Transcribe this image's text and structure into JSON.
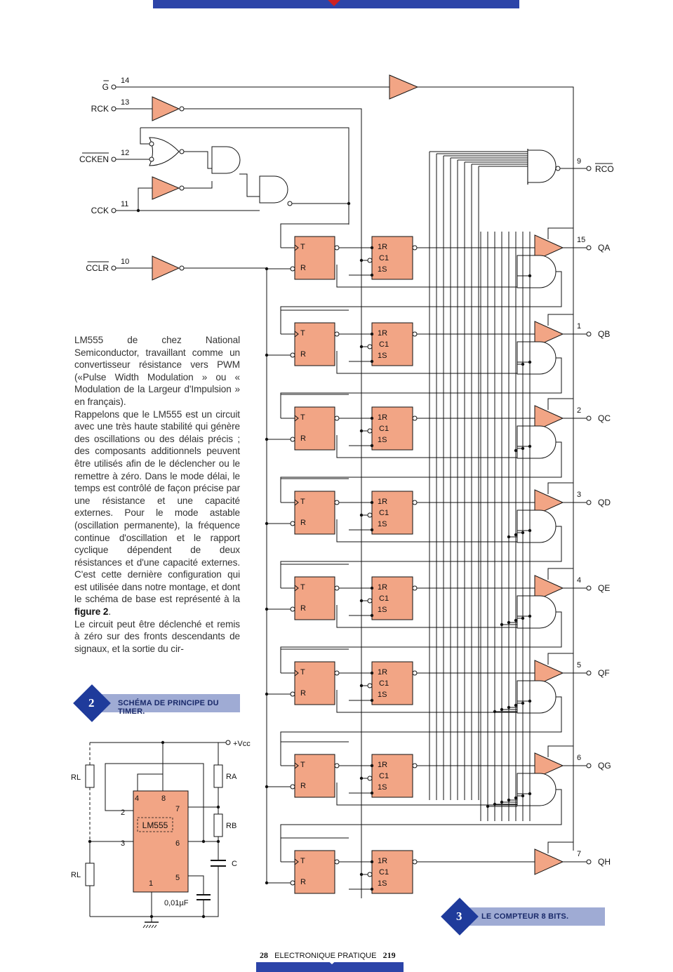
{
  "page": {
    "journal": "ELECTRONIQUE PRATIQUE",
    "page_number": "28",
    "issue": "219"
  },
  "article": {
    "paragraphs": [
      "LM555 de chez National Semiconductor, travaillant comme un convertisseur résistance vers PWM («Pulse Width Modulation » ou « Modulation de la Largeur d'Impulsion » en français).",
      "Rappelons que le LM555 est un circuit avec une très haute stabilité qui génère des oscillations ou des délais précis ; des composants additionnels peuvent être utilisés afin de le déclencher ou le remettre à zéro. Dans le mode délai, le temps est contrôlé de façon précise par une résistance et une capacité externes. Pour le mode astable (oscillation permanente), la fréquence continue d'oscillation et le rapport cyclique dépendent de deux résistances et d'une capacité externes. C'est cette dernière configuration qui est utilisée dans notre montage, et dont le schéma de base est représenté à la",
      "figure 2",
      ".",
      "Le circuit peut être déclenché et remis à zéro sur des fronts descendants de signaux, et la sortie du cir-"
    ]
  },
  "figure2": {
    "number": "2",
    "caption": "SCHÉMA DE PRINCIPE DU TIMER.",
    "chip": "LM555",
    "vcc": "+Vcc",
    "pins": [
      "4",
      "8",
      "7",
      "2",
      "6",
      "3",
      "1",
      "5"
    ],
    "resistors": {
      "rl_top": "RL",
      "rl_bottom": "RL",
      "ra": "RA",
      "rb": "RB"
    },
    "capacitors": {
      "c": "C",
      "c_ctrl": "0,01µF"
    }
  },
  "figure3": {
    "number": "3",
    "caption": "LE COMPTEUR 8 BITS.",
    "inputs": [
      {
        "label": "G",
        "pin": "14"
      },
      {
        "label": "RCK",
        "pin": "13"
      },
      {
        "label": "CCKEN",
        "pin": "12"
      },
      {
        "label": "CCK",
        "pin": "11"
      },
      {
        "label": "CCLR",
        "pin": "10"
      }
    ],
    "rco": {
      "label": "RCO",
      "pin": "9"
    },
    "counter_labels": {
      "t": "T",
      "r": "R"
    },
    "latch_labels": {
      "r": "1R",
      "c": "C1",
      "s": "1S"
    },
    "outputs": [
      {
        "label": "QA",
        "pin": "15"
      },
      {
        "label": "QB",
        "pin": "1"
      },
      {
        "label": "QC",
        "pin": "2"
      },
      {
        "label": "QD",
        "pin": "3"
      },
      {
        "label": "QE",
        "pin": "4"
      },
      {
        "label": "QF",
        "pin": "5"
      },
      {
        "label": "QG",
        "pin": "6"
      },
      {
        "label": "QH",
        "pin": "7"
      }
    ]
  },
  "colors": {
    "gate_fill": "#f2a585",
    "accent_blue": "#1f3b9b",
    "caption_bg": "#9fabd4"
  }
}
